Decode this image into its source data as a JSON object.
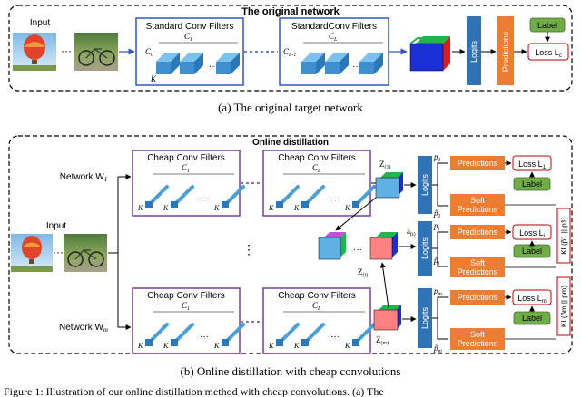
{
  "top": {
    "title": "The original network",
    "input_label": "Input",
    "dots": "···",
    "block1_title": "Standard Conv Filters",
    "block1_c_top": "C",
    "block1_c_top_sub": "1",
    "block1_c_left": "C",
    "block1_c_left_sub": "0",
    "block1_k": "K",
    "block2_title": "StandardConv Filters",
    "block2_c_top": "C",
    "block2_c_top_sub": "L",
    "block2_c_left": "C",
    "block2_c_left_sub": "L-1",
    "logits": "Logits",
    "predictions": "Predictions",
    "label": "Label",
    "loss": "Loss L",
    "loss_sub": "c",
    "caption": "(a)  The original target network"
  },
  "bottom": {
    "title": "Online distillation",
    "input_label": "Input",
    "network1": "Network W",
    "network1_sub": "1",
    "networkm": "Network W",
    "networkm_sub": "m",
    "cheap_title": "Cheap Conv Filters",
    "c1": "C",
    "c1_sub": "1",
    "cl": "C",
    "cl_sub": "L",
    "k": "K",
    "z1": "Z",
    "z1_sub": "(1)",
    "zi": "Z",
    "zi_sub": "(i)",
    "zm": "Z",
    "zm_sub": "(m)",
    "ai": "a",
    "ai_sub": "(i)",
    "logits": "Logits",
    "predictions": "Predictions",
    "soft_predictions_line1": "Soft",
    "soft_predictions_line2": "Predictions",
    "label": "Label",
    "loss1": "Loss L",
    "loss1_sub": "1",
    "lossi": "Loss L",
    "lossi_sub": "i",
    "lossm": "Loss L",
    "lossm_sub": "m",
    "p1": "p",
    "p1_sub": "1",
    "p1_tilde": "p̃",
    "p1_tilde_sub": "1",
    "pi": "p",
    "pi_sub": "i",
    "pi_tilde": "p̃",
    "pi_tilde_sub": "i",
    "pm": "p",
    "pm_sub": "m",
    "pm_tilde": "p̃",
    "pm_tilde_sub": "m",
    "kl1": "KL(p̃",
    "kl1_rest": "1 || p1)",
    "klm": "KL(p̃",
    "klm_rest": "m || pm)",
    "dots_h": "···",
    "dots_v": "⋮",
    "caption": "(b)  Online distillation with cheap convolutions"
  },
  "footer_text": "Figure 1: Illustration of our online distillation method with cheap convolutions. (a) The",
  "colors": {
    "blue_box": "#2f57c9",
    "purple_box": "#7a3d9d",
    "logits": "#2e74b5",
    "predictions": "#ed7d31",
    "label_green": "#70ad47",
    "loss_red": "#c00000",
    "cube_blue": "#1b2fd6",
    "cube_green": "#21b54c",
    "cube_red": "#e01b1b",
    "cube_cyan": "#5fb0e3",
    "cube_pink": "#ff8080",
    "filter_blue": "#4a9fd8"
  }
}
